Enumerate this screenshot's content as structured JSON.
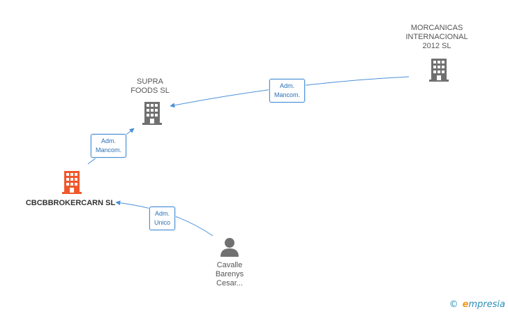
{
  "nodes": {
    "morcanicas": {
      "label": "MORCANICAS\nINTERNACIONAL\n2012 SL",
      "type": "company",
      "color": "#707070"
    },
    "supra": {
      "label": "SUPRA\nFOODS  SL",
      "type": "company",
      "color": "#707070"
    },
    "cbcb": {
      "label": "CBCBBROKERCARN SL",
      "type": "company",
      "color": "#f0572b"
    },
    "cavalle": {
      "label": "Cavalle\nBarenys\nCesar...",
      "type": "person",
      "color": "#707070"
    }
  },
  "edges": [
    {
      "from": "morcanicas",
      "to": "supra",
      "label": "Adm.\nMancom."
    },
    {
      "from": "cbcb",
      "to": "supra",
      "label": "Adm.\nMancom."
    },
    {
      "from": "cavalle",
      "to": "cbcb",
      "label": "Adm.\nUnico"
    }
  ],
  "colors": {
    "edge": "#4a90d9",
    "company_icon": "#707070",
    "focus_icon": "#f0572b"
  },
  "watermark": {
    "copyright": "©",
    "brand_initial": "e",
    "brand_rest": "mpresia"
  }
}
